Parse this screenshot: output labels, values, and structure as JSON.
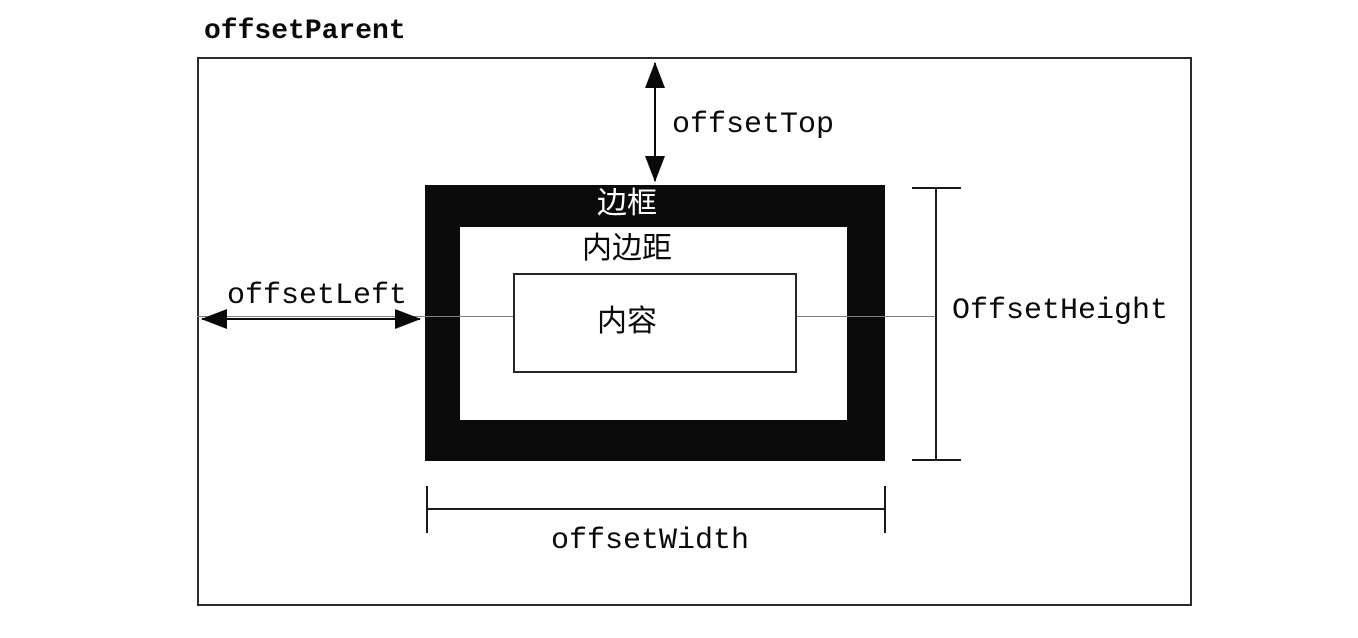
{
  "title": "offsetParent",
  "box_model": {
    "border_label": "边框",
    "padding_label": "内边距",
    "content_label": "内容"
  },
  "measurements": {
    "offset_top": "offsetTop",
    "offset_left": "offsetLeft",
    "offset_height": "OffsetHeight",
    "offset_width": "offsetWidth"
  },
  "colors": {
    "background": "#ffffff",
    "outer_box_border": "#2b2b2b",
    "border_box_fill": "#0b0b0b",
    "content_box_border": "#262626",
    "arrow": "#0a0a0a",
    "bracket": "#1a1a1a",
    "mid_line": "#7f7f7f",
    "border_label_text": "#ffffff",
    "text": "#0a0a0a"
  }
}
